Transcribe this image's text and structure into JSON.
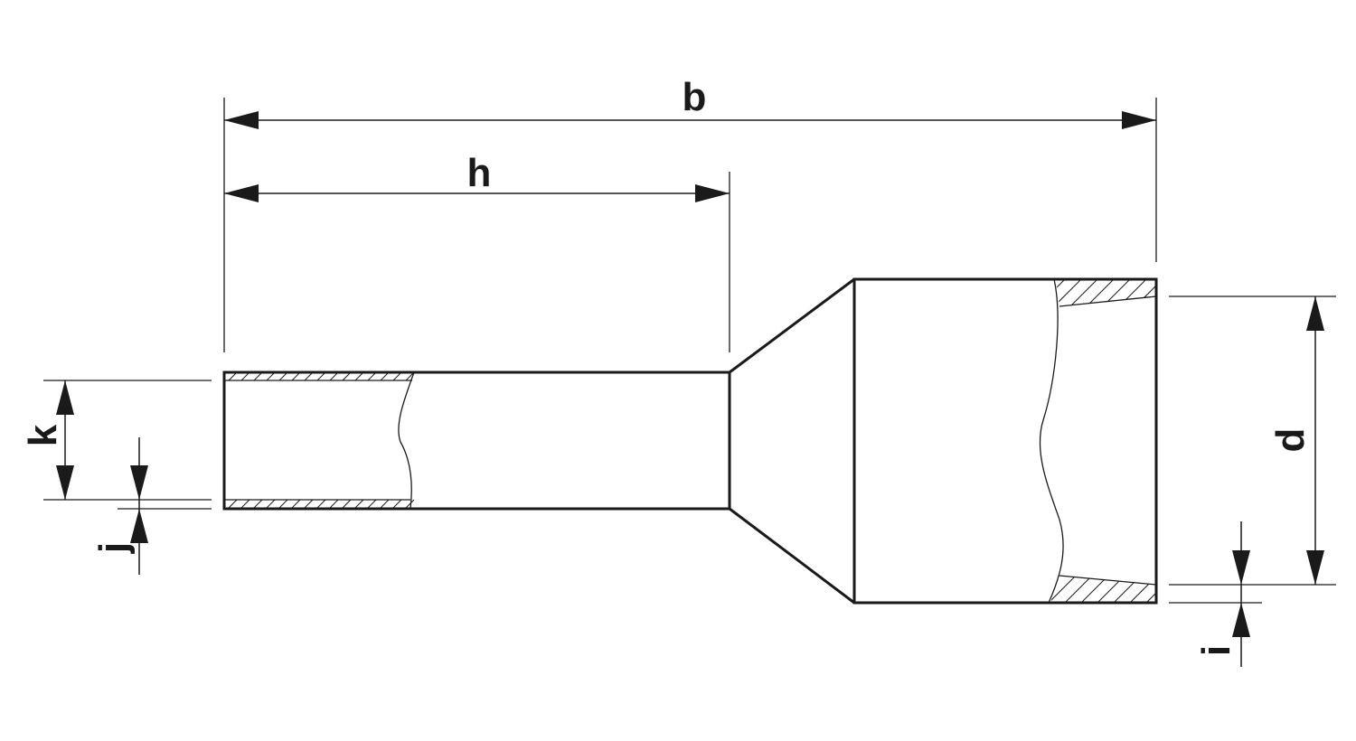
{
  "diagram": {
    "dimension_labels": {
      "b": "b",
      "h": "h",
      "k": "k",
      "j": "j",
      "d": "d",
      "i": "i"
    },
    "colors": {
      "line": "#1a1a1a",
      "background": "#ffffff"
    }
  }
}
